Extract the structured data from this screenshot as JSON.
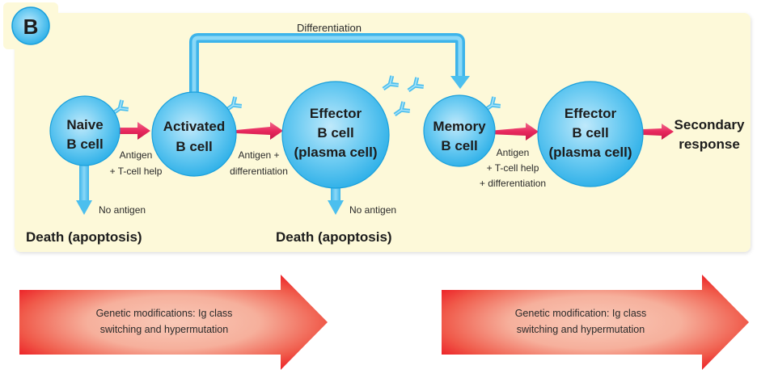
{
  "panel": {
    "badge_label": "B",
    "colors": {
      "panel_bg": "#fdf9d9",
      "cell_blue": "#3fb6ea",
      "cell_highlight": "#b5e6fa",
      "cell_stroke": "#1aa0dc",
      "flow_blue": "#52c3f0",
      "red_arrow": "#e8295e",
      "banner_red": "#ec1c24",
      "banner_light": "#f7c1b1"
    }
  },
  "cells": [
    {
      "id": "naive",
      "lines": [
        "Naive",
        "B cell"
      ]
    },
    {
      "id": "activated",
      "lines": [
        "Activated",
        "B cell"
      ]
    },
    {
      "id": "effector1",
      "lines": [
        "Effector",
        "B cell",
        "(plasma cell)"
      ]
    },
    {
      "id": "memory",
      "lines": [
        "Memory",
        "B cell"
      ]
    },
    {
      "id": "effector2",
      "lines": [
        "Effector",
        "B cell",
        "(plasma cell)"
      ]
    }
  ],
  "labels": {
    "differentiation": "Differentiation",
    "step1": [
      "Antigen",
      "+ T-cell help"
    ],
    "step2": [
      "Antigen +",
      "differentiation"
    ],
    "step3": [
      "Antigen",
      "+ T-cell help",
      "+ differentiation"
    ],
    "no_antigen_1": "No antigen",
    "no_antigen_2": "No antigen",
    "death_1": "Death (apoptosis)",
    "death_2": "Death (apoptosis)",
    "secondary": [
      "Secondary",
      "response"
    ]
  },
  "banners": [
    {
      "lines": [
        "Genetic modifications: Ig class",
        "switching and hypermutation"
      ]
    },
    {
      "lines": [
        "Genetic modification: Ig class",
        "switching and hypermutation"
      ]
    }
  ]
}
